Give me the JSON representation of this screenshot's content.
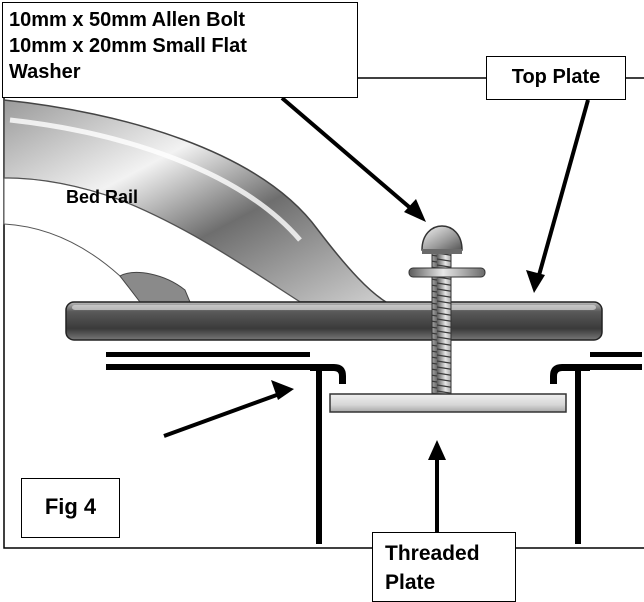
{
  "labels": {
    "bolt_line1": "10mm x 50mm Allen Bolt",
    "bolt_line2": "10mm x 20mm Small Flat",
    "bolt_line3": "Washer",
    "top_plate": "Top Plate",
    "bed_rail": "Bed Rail",
    "fig": "Fig 4",
    "threaded_line1": "Threaded",
    "threaded_line2": "Plate"
  },
  "colors": {
    "ink": "#000000",
    "paper": "#ffffff",
    "metal_dark": "#4a4a4a",
    "metal_light": "#d9d9d9"
  }
}
